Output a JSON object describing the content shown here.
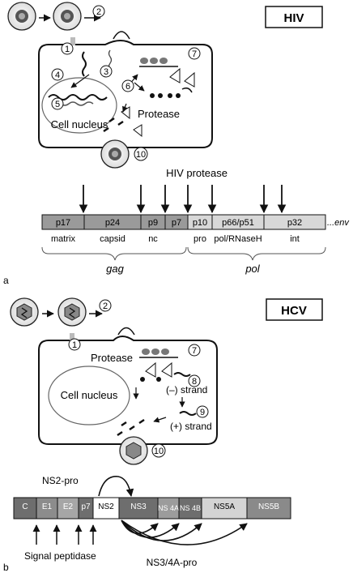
{
  "panel_a": {
    "title": "HIV",
    "letter": "a",
    "steps": [
      "1",
      "2",
      "3",
      "4",
      "5",
      "6",
      "7",
      "10"
    ],
    "nucleus_label": "Cell nucleus",
    "protease_label": "Protease",
    "cleavage_label": "HIV protease",
    "genome": {
      "segments": [
        {
          "name": "p17",
          "role": "matrix",
          "color": "#9a9a9a"
        },
        {
          "name": "p24",
          "role": "capsid",
          "color": "#9a9a9a"
        },
        {
          "name": "p9",
          "role": "nc",
          "color": "#9a9a9a"
        },
        {
          "name": "p7",
          "role": "",
          "color": "#9a9a9a"
        },
        {
          "name": "p10",
          "role": "pro",
          "color": "#d8d8d8"
        },
        {
          "name": "p66/p51",
          "role": "pol/RNaseH",
          "color": "#d8d8d8"
        },
        {
          "name": "p32",
          "role": "int",
          "color": "#d8d8d8"
        }
      ],
      "tail": "...env"
    },
    "gag_label": "gag",
    "pol_label": "pol"
  },
  "panel_b": {
    "title": "HCV",
    "letter": "b",
    "steps": [
      "1",
      "2",
      "7",
      "8",
      "9",
      "10"
    ],
    "nucleus_label": "Cell nucleus",
    "protease_label": "Protease",
    "minus_strand": "(–) strand",
    "plus_strand": "(+) strand",
    "ns2pro_label": "NS2-pro",
    "signal_label": "Signal peptidase",
    "ns34a_label": "NS3/4A-pro",
    "genome": {
      "segments": [
        {
          "name": "C",
          "color": "#6e6e6e"
        },
        {
          "name": "E1",
          "color": "#8c8c8c"
        },
        {
          "name": "E2",
          "color": "#a6a6a6"
        },
        {
          "name": "p7",
          "color": "#6e6e6e"
        },
        {
          "name": "NS2",
          "color": "#ffffff"
        },
        {
          "name": "NS3",
          "color": "#6e6e6e"
        },
        {
          "name": "NS 4A",
          "color": "#9c9c9c"
        },
        {
          "name": "NS 4B",
          "color": "#6e6e6e"
        },
        {
          "name": "NS5A",
          "color": "#d4d4d4"
        },
        {
          "name": "NS5B",
          "color": "#8a8a8a"
        }
      ]
    }
  }
}
